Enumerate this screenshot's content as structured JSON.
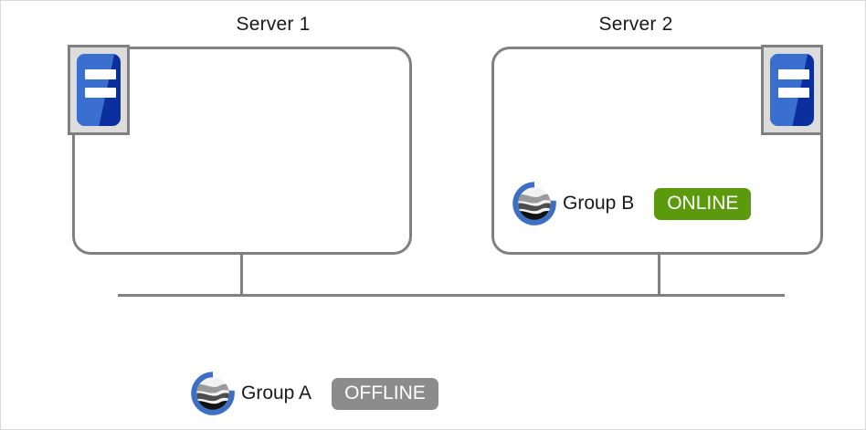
{
  "diagram": {
    "title_hidden": "",
    "servers": [
      {
        "name": "Server 1",
        "icon_name": "server-icon",
        "icon_position": "left",
        "groups": []
      },
      {
        "name": "Server 2",
        "icon_name": "server-icon",
        "icon_position": "right",
        "groups": [
          {
            "logo_name": "group-globe-logo",
            "label": "Group B",
            "status": "ONLINE",
            "status_color": "#5c9a0d"
          }
        ]
      }
    ],
    "unassigned_groups": [
      {
        "logo_name": "group-globe-logo",
        "label": "Group A",
        "status": "OFFLINE",
        "status_color": "#8c8c8c"
      }
    ],
    "network": {
      "bus_line_color": "#808080",
      "box_border_color": "#808080"
    }
  }
}
